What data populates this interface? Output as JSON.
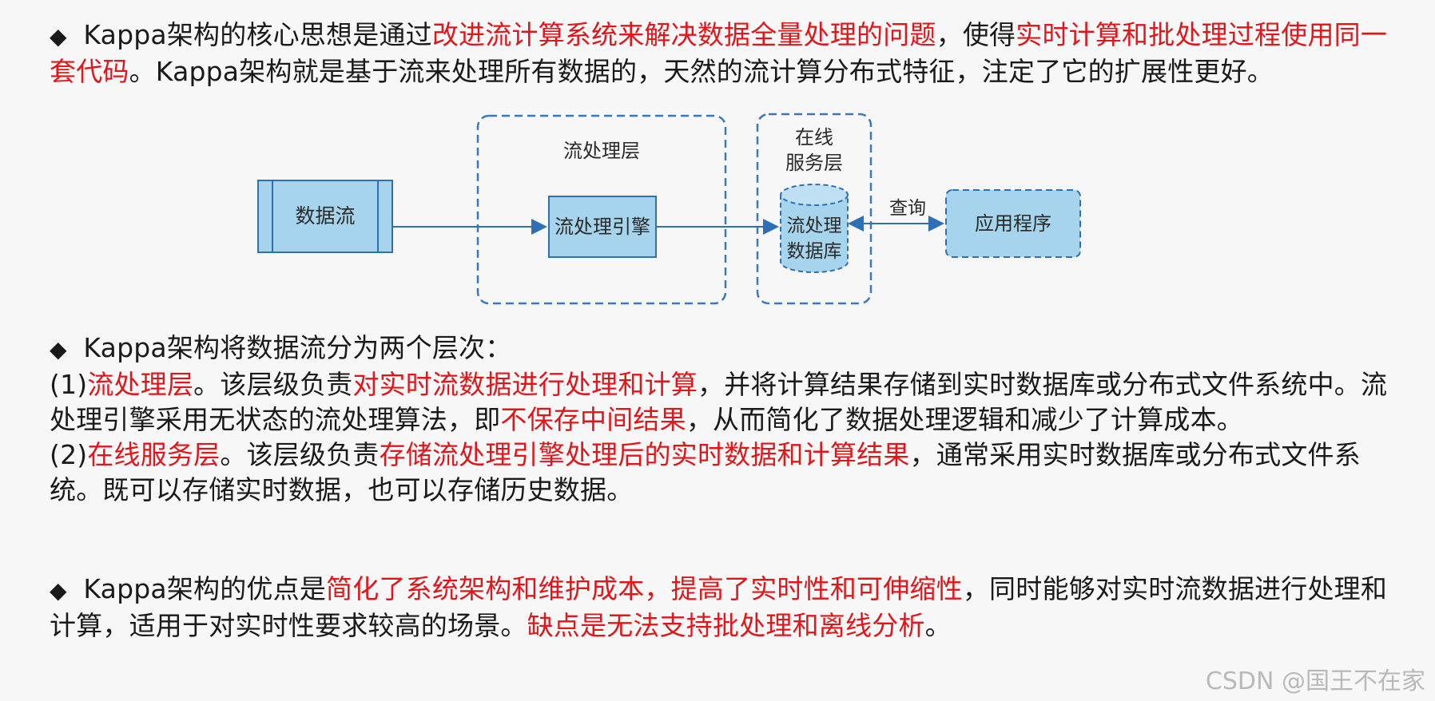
{
  "para1": {
    "bullet": "◆",
    "t1": " Kappa架构的核心思想是通过",
    "r1": "改进流计算系统来解决数据全量处理的问题",
    "t2": "，使得",
    "r2": "实时计算和批处理过程使用同一套代码",
    "t3": "。Kappa架构就是基于流来处理所有数据的，天然的流计算分布式特征，注定了它的扩展性更好。"
  },
  "diagram": {
    "stream_label": "数据流",
    "layer1_label": "流处理层",
    "engine_label": "流处理引擎",
    "layer2_label_line1": "在线",
    "layer2_label_line2": "服务层",
    "db_label_line1": "流处理",
    "db_label_line2": "数据库",
    "query_label": "查询",
    "app_label": "应用程序"
  },
  "para2": {
    "bullet": "◆",
    "intro": " Kappa架构将数据流分为两个层次：",
    "i1_num": "(1)",
    "i1_r1": "流处理层",
    "i1_t1": "。该层级负责",
    "i1_r2": "对实时流数据进行处理和计算",
    "i1_t2": "，并将计算结果存储到实时数据库或分布式文件系统中。流处理引擎采用无状态的流处理算法，即",
    "i1_r3": "不保存中间结果",
    "i1_t3": "，从而简化了数据处理逻辑和减少了计算成本。",
    "i2_num": "(2)",
    "i2_r1": "在线服务层",
    "i2_t1": "。该层级负责",
    "i2_r2": "存储流处理引擎处理后的实时数据和计算结果",
    "i2_t2": "，通常采用实时数据库或分布式文件系统。既可以存储实时数据，也可以存储历史数据。"
  },
  "para3": {
    "bullet": "◆",
    "t1": " Kappa架构的优点是",
    "r1": "简化了系统架构和维护成本，提高了实时性和可伸缩性",
    "t2": "，同时能够对实时流数据进行处理和计算，适用于对实时性要求较高的场景。",
    "r2": "缺点是无法支持批处理和离线分析",
    "t3": "。"
  },
  "watermark": "CSDN @国王不在家",
  "colors": {
    "highlight": "#e0161b",
    "box_fill": "#9fd0ea",
    "box_stroke": "#2f6fb3",
    "dash": "#3a78c2"
  }
}
